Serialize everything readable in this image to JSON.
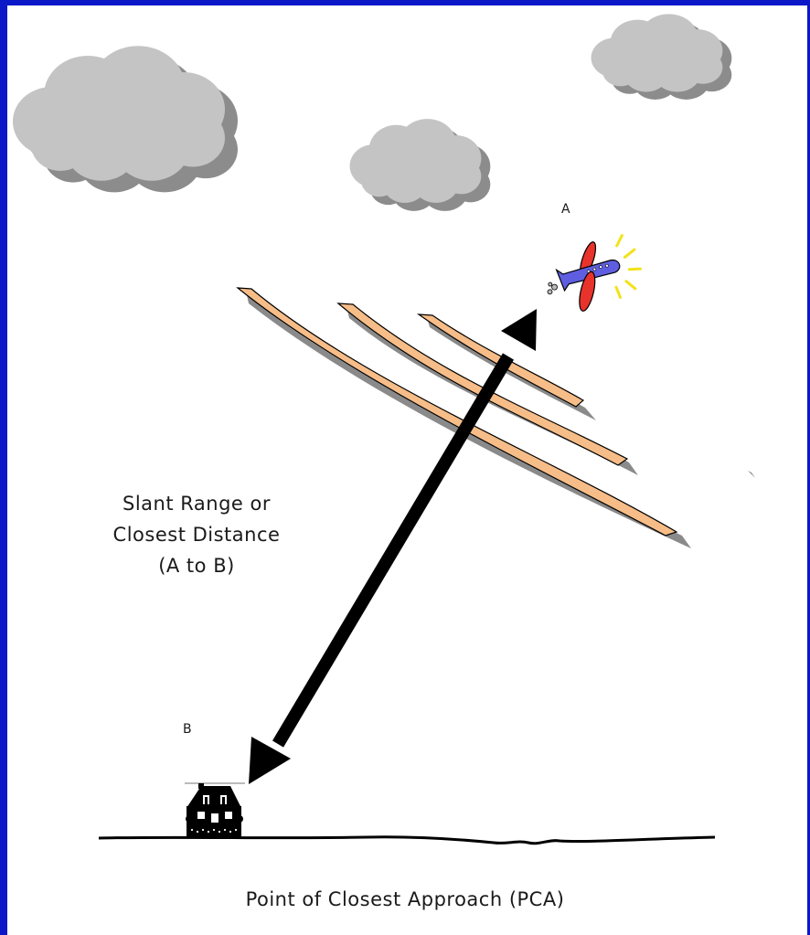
{
  "labels": {
    "point_a": "A",
    "point_b": "B",
    "slant_range_line1": "Slant Range or",
    "slant_range_line2": "Closest Distance",
    "slant_range_line3": "(A to B)",
    "bottom_caption": "Point of Closest Approach (PCA)"
  },
  "colors": {
    "border": "#0a18c8",
    "cloud": "#c4c4c4",
    "cloud_shadow": "#8c8c8c",
    "wave": "#f7bd88",
    "wave_shadow": "#8a8a8a",
    "arrow": "#000000",
    "plane_body": "#5f5ee0",
    "plane_wing": "#e8322c",
    "plane_glow": "#f2e21a"
  },
  "icons": [
    "cloud-icon",
    "airplane-icon",
    "house-icon",
    "double-arrow-icon",
    "radio-wave-icon",
    "ground-line"
  ]
}
